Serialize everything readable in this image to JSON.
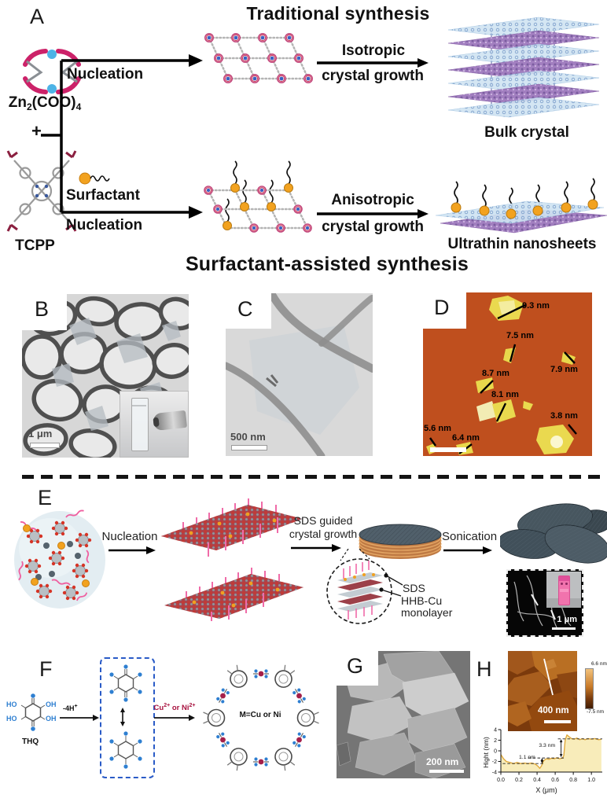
{
  "panel_a": {
    "label": "A",
    "title_traditional": "Traditional synthesis",
    "title_surfactant": "Surfactant-assisted synthesis",
    "reactant1": {
      "base1": "Zn",
      "sub1": "2",
      "base2": "(COO)",
      "sub2": "4"
    },
    "plus_sign": "+",
    "reactant2": "TCPP",
    "route_top": {
      "arrow_label": "Nucleation",
      "growth_line1": "Isotropic",
      "growth_line2": "crystal growth",
      "product": "Bulk crystal"
    },
    "route_bottom": {
      "surfactant_label": "Surfactant",
      "arrow_label": "Nucleation",
      "growth_line1": "Anisotropic",
      "growth_line2": "crystal growth",
      "product": "Ultrathin nanosheets"
    }
  },
  "panel_b": {
    "label": "B",
    "scale_bar": "1 μm"
  },
  "panel_c": {
    "label": "C",
    "scale_bar": "500 nm"
  },
  "panel_d": {
    "label": "D",
    "measurements": [
      "9.3 nm",
      "7.5 nm",
      "7.9 nm",
      "8.7 nm",
      "8.1 nm",
      "3.8 nm",
      "5.6 nm",
      "6.4 nm"
    ]
  },
  "panel_e": {
    "label": "E",
    "step1_label": "Nucleation",
    "step2_line1": "SDS guided",
    "step2_line2": "crystal growth",
    "step3_label": "Sonication",
    "callout_top": "SDS",
    "callout_bottom_line1": "HHB-Cu",
    "callout_bottom_line2": "monolayer",
    "inset_scale_bar": "1 μm"
  },
  "panel_f": {
    "label": "F",
    "reactant_label": "THQ",
    "ho_label": "HO",
    "oh_label": "OH",
    "step1": {
      "base": "-4H",
      "sup": "+"
    },
    "step2": {
      "m1": "Cu",
      "s1": "2+",
      "or_text": " or ",
      "m2": "Ni",
      "s2": "2+"
    },
    "product_center_label": "M=Cu or Ni"
  },
  "panel_g": {
    "label": "G",
    "scale_bar": "200 nm"
  },
  "panel_h": {
    "label": "H",
    "scale_bar": "400 nm",
    "colorbar": {
      "max": "6.6 nm",
      "min": "-7.5 nm"
    }
  },
  "chart_data": {
    "type": "area",
    "title": "AFM height profile along white line in panel H",
    "xlabel": "X (μm)",
    "ylabel": "Hight (nm)",
    "xlim": [
      0,
      1.12
    ],
    "ylim": [
      -4,
      4
    ],
    "xticks": [
      "0.0",
      "0.2",
      "0.4",
      "0.6",
      "0.8",
      "1.0"
    ],
    "yticks": [
      "4",
      "2",
      "0",
      "-2",
      "-4"
    ],
    "x": [
      0,
      0.03,
      0.06,
      0.1,
      0.14,
      0.18,
      0.22,
      0.26,
      0.3,
      0.34,
      0.38,
      0.41,
      0.43,
      0.45,
      0.47,
      0.5,
      0.53,
      0.56,
      0.59,
      0.62,
      0.65,
      0.68,
      0.695,
      0.71,
      0.73,
      0.75,
      0.78,
      0.81,
      0.84,
      0.87,
      0.9,
      0.93,
      0.96,
      1.0,
      1.04,
      1.08,
      1.11
    ],
    "y": [
      -0.7,
      -1.5,
      -2.0,
      -2.2,
      -2.4,
      -2.2,
      -2.4,
      -2.3,
      -2.4,
      -2.3,
      -2.5,
      -2.9,
      -3.3,
      -2.8,
      -1.9,
      -1.5,
      -1.6,
      -1.4,
      -1.5,
      -1.3,
      -1.5,
      -1.35,
      -0.9,
      2.0,
      3.0,
      2.7,
      2.3,
      2.2,
      2.4,
      2.1,
      2.3,
      2.1,
      2.3,
      2.2,
      2.3,
      2.1,
      2.2
    ],
    "dashed_levels": [
      {
        "y": -2.4,
        "x1": 0.02,
        "x2": 0.47
      },
      {
        "y": -1.35,
        "x1": 0.3,
        "x2": 0.71
      },
      {
        "y": 2.25,
        "x1": 0.63,
        "x2": 1.12
      }
    ],
    "annotations": [
      {
        "text": "1.1 nm",
        "tx": 0.2,
        "ty": -1.45,
        "ax": 0.455,
        "ay1": -2.4,
        "ay2": -1.35
      },
      {
        "text": "3.3 nm",
        "tx": 0.42,
        "ty": 0.75,
        "ax": 0.665,
        "ay1": -1.2,
        "ay2": 2.2
      }
    ],
    "fill_color": "#f8ecba",
    "line_color": "#e0a93c",
    "grid": false,
    "legend": null
  },
  "colors": {
    "afm_background": "#bf4f1e",
    "afm_flake_yellow": "#ead94f",
    "surfactant_orange": "#f2a21f",
    "sds_pink": "#f06ba8",
    "oxygen_blue": "#2e7fd1",
    "metal_crimson": "#a41f4a",
    "paddlewheel_magenta": "#cc2269",
    "zinc_cyan": "#4db3e6",
    "bulk_purple": "#a27fc0",
    "bulk_light_blue": "#cfe3f2",
    "afm_h_background": "#7b3a0c"
  }
}
